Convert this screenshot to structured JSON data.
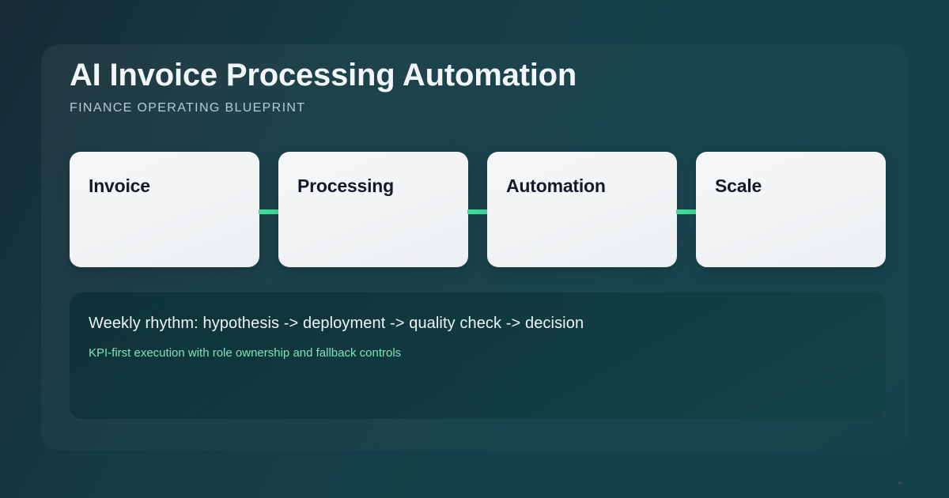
{
  "header": {
    "title": "AI Invoice Processing Automation",
    "subtitle": "FINANCE OPERATING BLUEPRINT"
  },
  "stages": [
    {
      "label": "Invoice"
    },
    {
      "label": "Processing"
    },
    {
      "label": "Automation"
    },
    {
      "label": "Scale"
    }
  ],
  "note": {
    "primary": "Weekly rhythm: hypothesis -> deployment -> quality check -> decision",
    "secondary": "KPI-first execution with role ownership and fallback controls"
  },
  "colors": {
    "connector": "#3ddc9a",
    "card_fill": "#f2f4f6",
    "card_text": "#141b27",
    "title_text": "#f2f6fa",
    "subtitle_text": "#b6cbd4",
    "note_primary_text": "#eef4f5",
    "note_secondary_text": "#7fe3bd",
    "background_start": "#1b2a33",
    "background_end": "#0e7a71"
  }
}
